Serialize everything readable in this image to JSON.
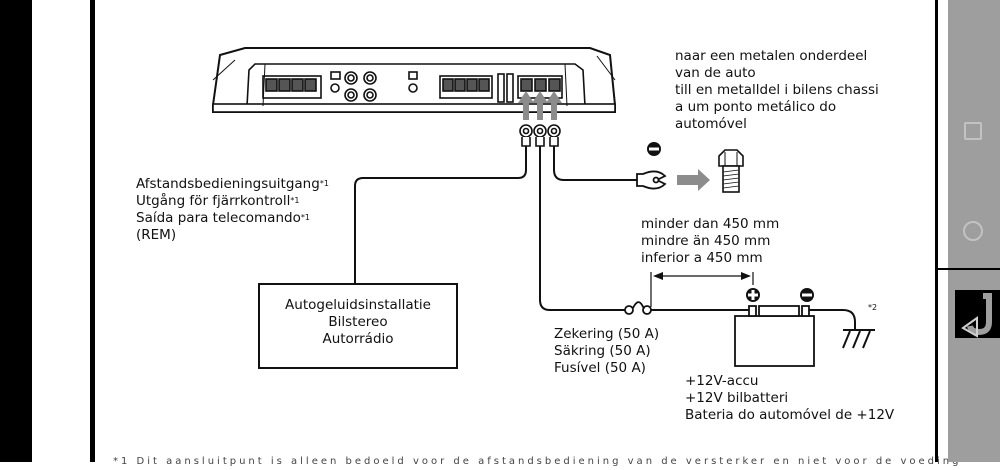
{
  "diagram": {
    "remote_output_label": {
      "lines": [
        "Afstandsbedieningsuitgang",
        "Utgång för fjärrkontroll",
        "Saída para telecomando",
        "(REM)"
      ],
      "footnote_marker": "*1"
    },
    "ground_label": {
      "lines": [
        "naar een metalen onderdeel",
        "van de auto",
        "till en metalldel i bilens chassi",
        "a um ponto metálico do",
        "automóvel"
      ]
    },
    "head_unit_box": {
      "lines": [
        "Autogeluidsinstallatie",
        "Bilstereo",
        "Autorrádio"
      ]
    },
    "distance_label": {
      "lines": [
        "minder dan 450 mm",
        "mindre än 450 mm",
        "inferior a 450 mm"
      ]
    },
    "fuse_label": {
      "lines": [
        "Zekering (50 A)",
        "Säkring (50 A)",
        "Fusível (50 A)"
      ]
    },
    "battery_label": {
      "lines": [
        "+12V-accu",
        "+12V bilbatteri",
        "Bateria do automóvel de +12V"
      ]
    },
    "ground_footnote_marker": "*2",
    "polarity": {
      "positive": "+",
      "negative": "−"
    },
    "footnote_text": "*1 Dit aansluitpunt is alleen bedoeld voor de afstandsbediening van de versterker en niet voor de voeding"
  },
  "system_nav": {
    "recents_icon": "square-icon",
    "home_icon": "circle-icon",
    "app_icon": "app-shortcut-icon"
  },
  "colors": {
    "line": "#111111",
    "arrow_grey": "#8c8c8c",
    "side_panel": "#9e9e9e"
  }
}
